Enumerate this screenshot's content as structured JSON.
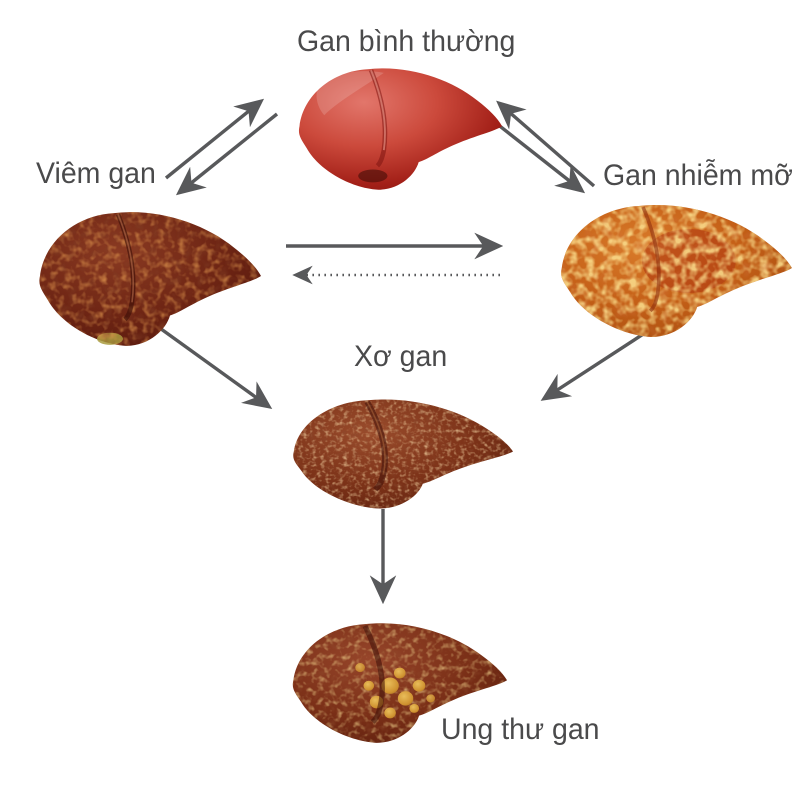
{
  "diagram": {
    "title_visible": false,
    "nodes": [
      {
        "id": "normal",
        "label": "Gan bình thường"
      },
      {
        "id": "hepatitis",
        "label": "Viêm gan"
      },
      {
        "id": "fatty",
        "label": "Gan nhiễm mỡ"
      },
      {
        "id": "cirrhosis",
        "label": "Xơ gan"
      },
      {
        "id": "cancer",
        "label": "Ung thư gan"
      }
    ],
    "edges": [
      {
        "from": "hepatitis",
        "to": "normal",
        "style": "solid"
      },
      {
        "from": "normal",
        "to": "hepatitis",
        "style": "solid"
      },
      {
        "from": "fatty",
        "to": "normal",
        "style": "solid"
      },
      {
        "from": "normal",
        "to": "fatty",
        "style": "solid"
      },
      {
        "from": "hepatitis",
        "to": "fatty",
        "style": "solid"
      },
      {
        "from": "fatty",
        "to": "hepatitis",
        "style": "dotted"
      },
      {
        "from": "hepatitis",
        "to": "cirrhosis",
        "style": "solid"
      },
      {
        "from": "fatty",
        "to": "cirrhosis",
        "style": "solid"
      },
      {
        "from": "cirrhosis",
        "to": "cancer",
        "style": "solid"
      }
    ],
    "colors": {
      "background": "#ffffff",
      "label_text": "#4a4a4b",
      "arrow": "#58595b",
      "normal_liver": "#c0392b",
      "hepatitis_liver": "#6e2514",
      "fatty_liver": "#c45f17",
      "cirrhosis_liver": "#7c3218",
      "cancer_liver": "#7a2f17"
    }
  }
}
